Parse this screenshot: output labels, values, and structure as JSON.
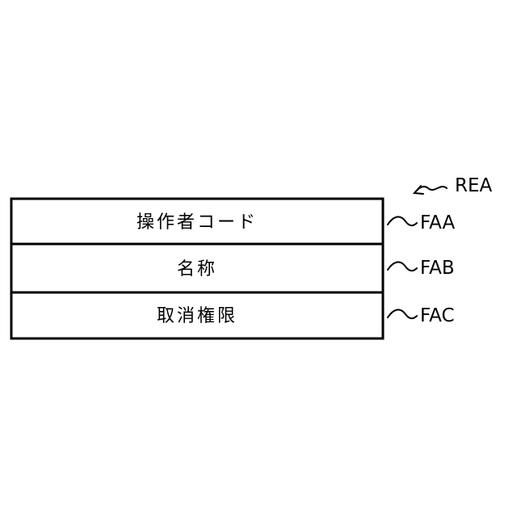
{
  "record": {
    "ref": "REA",
    "fields": [
      {
        "label": "操作者コード",
        "ref": "FAA"
      },
      {
        "label": "名称",
        "ref": "FAB"
      },
      {
        "label": "取消権限",
        "ref": "FAC"
      }
    ]
  },
  "colors": {
    "line": "#000000",
    "background": "#ffffff"
  }
}
